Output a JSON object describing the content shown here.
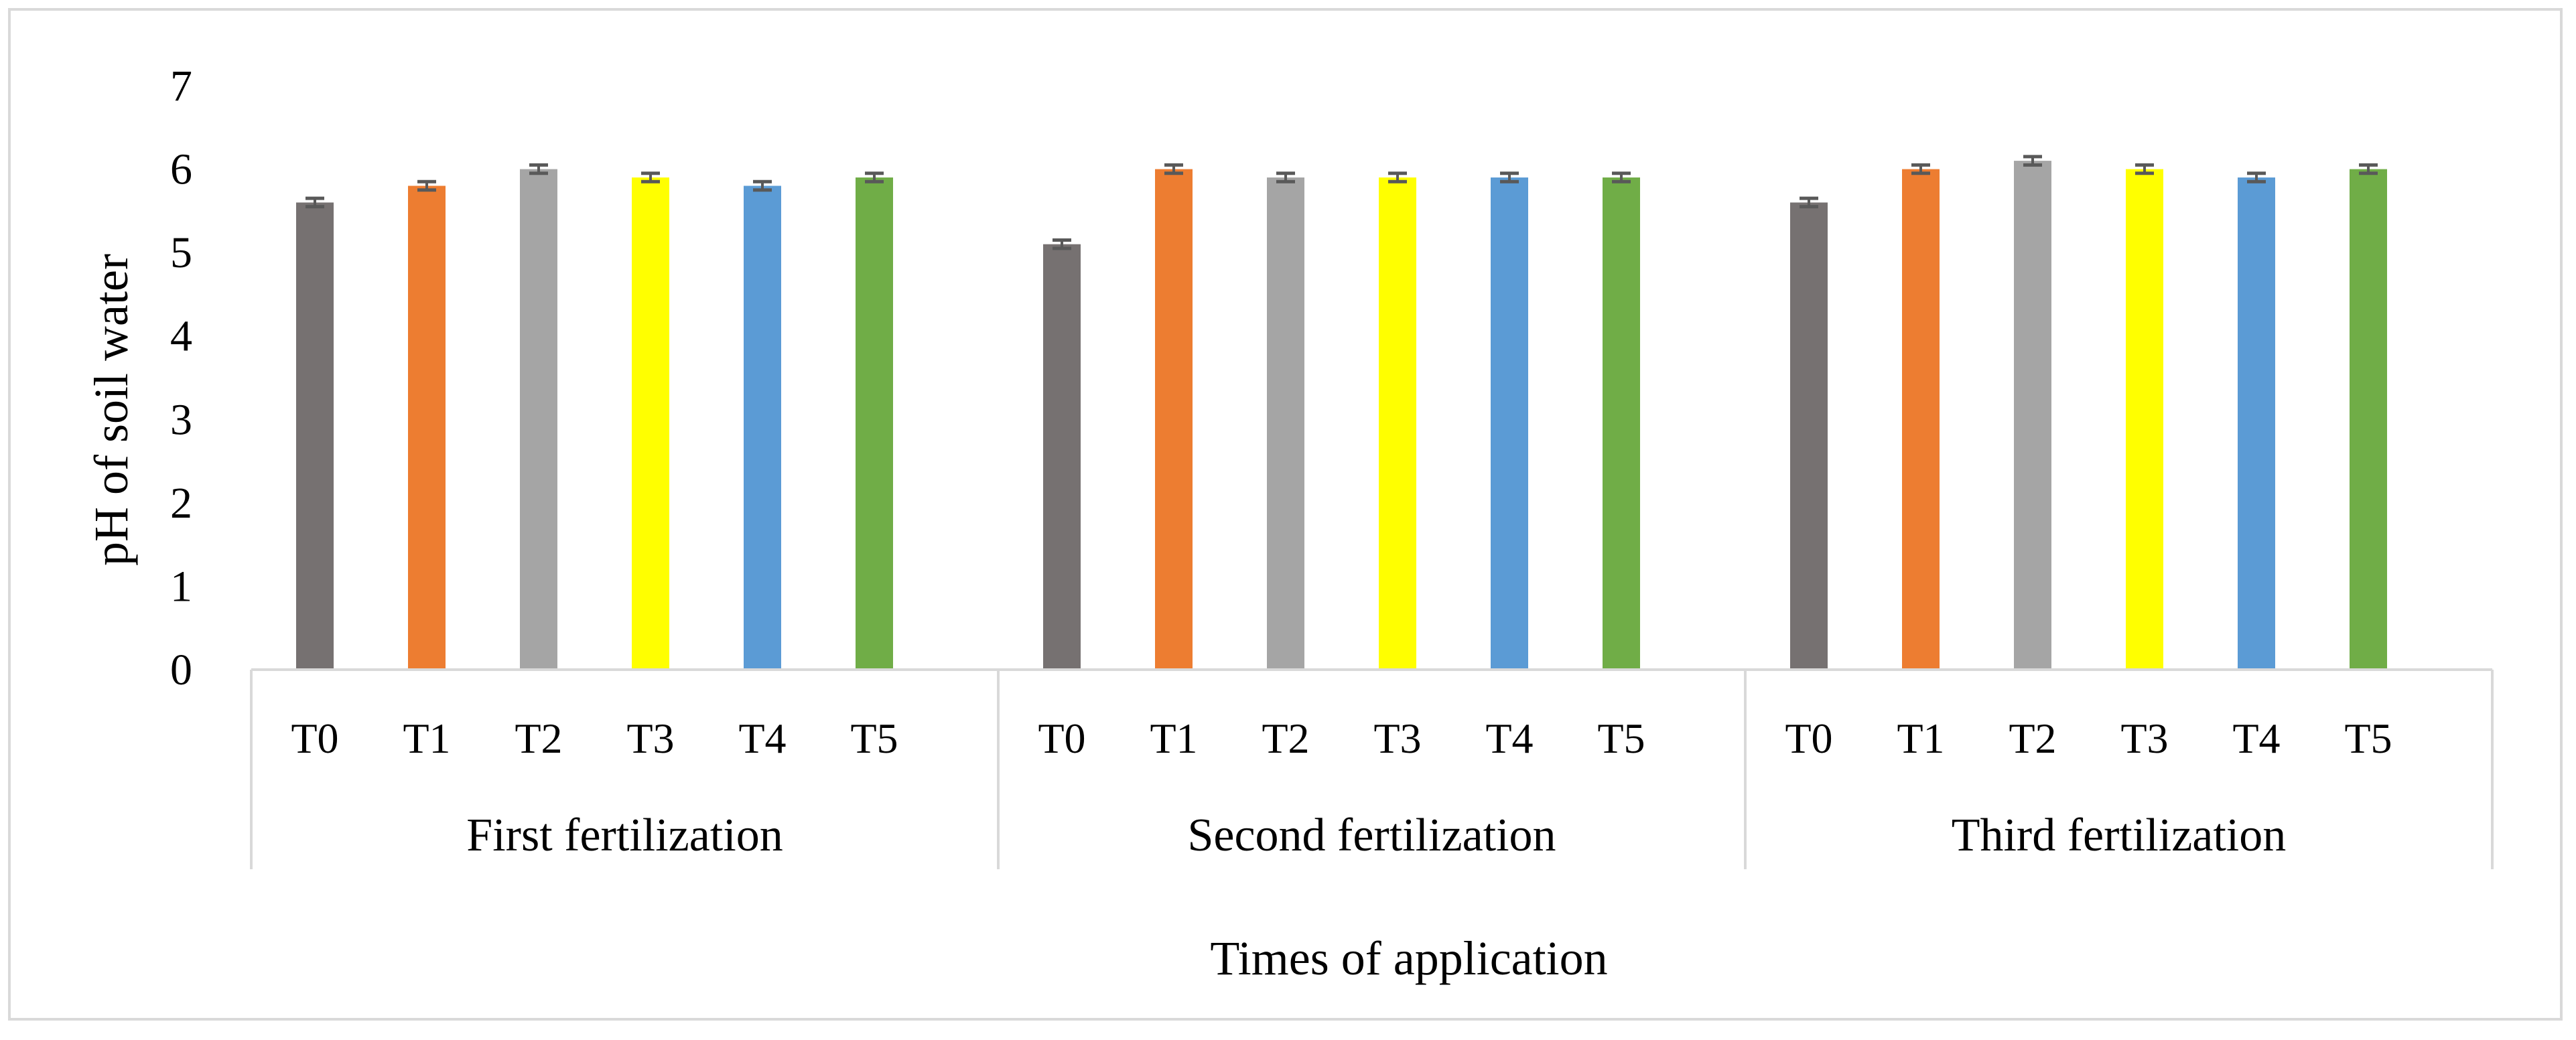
{
  "chart_data": {
    "type": "bar",
    "title": "",
    "xlabel": "Times of application",
    "ylabel": "pH of soil water",
    "ylim": [
      0,
      7
    ],
    "yticks": [
      "0",
      "1",
      "2",
      "3",
      "4",
      "5",
      "6",
      "7"
    ],
    "grid": false,
    "legend": "none",
    "error_bars": true,
    "error_bar_value": 0.05,
    "groups": [
      {
        "label": "First fertilization",
        "categories": [
          "T0",
          "T1",
          "T2",
          "T3",
          "T4",
          "T5"
        ],
        "values": [
          5.6,
          5.8,
          6.0,
          5.9,
          5.8,
          5.9
        ]
      },
      {
        "label": "Second fertilization",
        "categories": [
          "T0",
          "T1",
          "T2",
          "T3",
          "T4",
          "T5"
        ],
        "values": [
          5.1,
          6.0,
          5.9,
          5.9,
          5.9,
          5.9
        ]
      },
      {
        "label": "Third fertilization",
        "categories": [
          "T0",
          "T1",
          "T2",
          "T3",
          "T4",
          "T5"
        ],
        "values": [
          5.6,
          6.0,
          6.1,
          6.0,
          5.9,
          6.0
        ]
      }
    ],
    "category_colors": {
      "T0": "#767171",
      "T1": "#ed7d31",
      "T2": "#a5a5a5",
      "T3": "#ffff00",
      "T4": "#5b9bd5",
      "T5": "#70ad47"
    },
    "error_bar_color": "#595959",
    "axis_color": "#d9d9d9"
  }
}
